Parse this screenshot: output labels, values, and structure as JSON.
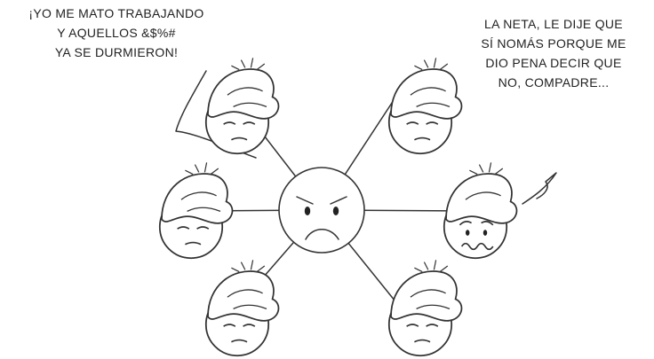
{
  "speech_left": {
    "lines": [
      "¡YO ME MATO TRABAJANDO",
      "Y AQUELLOS &$%#",
      "YA SE DURMIERON!"
    ]
  },
  "speech_right": {
    "lines": [
      "LA NETA, LE DIJE QUE",
      "SÍ NOMÁS PORQUE ME",
      "DIO PENA DECIR QUE",
      "NO, COMPADRE..."
    ]
  },
  "colors": {
    "ink": "#333333",
    "background": "#ffffff"
  }
}
